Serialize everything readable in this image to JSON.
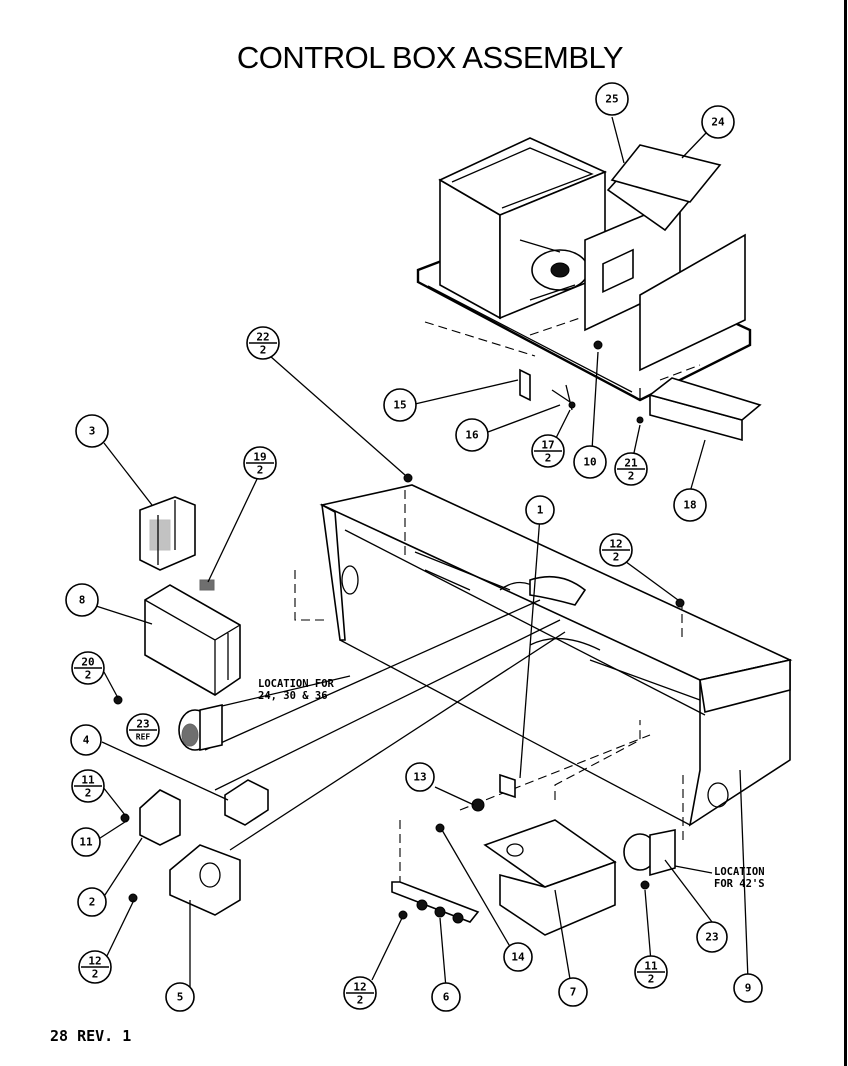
{
  "title": "CONTROL BOX ASSEMBLY",
  "footer": "28 REV. 1",
  "notes": [
    {
      "id": "loc-24-30-36",
      "lines": [
        "LOCATION FOR",
        "24, 30 & 36"
      ]
    },
    {
      "id": "loc-42",
      "lines": [
        "LOCATION",
        "FOR 42'S"
      ]
    }
  ],
  "callouts": [
    {
      "id": "c25",
      "top": "25",
      "bottom": ""
    },
    {
      "id": "c24",
      "top": "24",
      "bottom": ""
    },
    {
      "id": "c22",
      "top": "22",
      "bottom": "2"
    },
    {
      "id": "c15",
      "top": "15",
      "bottom": ""
    },
    {
      "id": "c16",
      "top": "16",
      "bottom": ""
    },
    {
      "id": "c17",
      "top": "17",
      "bottom": "2"
    },
    {
      "id": "c10",
      "top": "10",
      "bottom": ""
    },
    {
      "id": "c21",
      "top": "21",
      "bottom": "2"
    },
    {
      "id": "c18",
      "top": "18",
      "bottom": ""
    },
    {
      "id": "c3",
      "top": "3",
      "bottom": ""
    },
    {
      "id": "c19",
      "top": "19",
      "bottom": "2"
    },
    {
      "id": "c1",
      "top": "1",
      "bottom": ""
    },
    {
      "id": "c12a",
      "top": "12",
      "bottom": "2"
    },
    {
      "id": "c8",
      "top": "8",
      "bottom": ""
    },
    {
      "id": "c20",
      "top": "20",
      "bottom": "2"
    },
    {
      "id": "c23a",
      "top": "23",
      "bottom": "REF"
    },
    {
      "id": "c4",
      "top": "4",
      "bottom": ""
    },
    {
      "id": "c11a",
      "top": "11",
      "bottom": "2"
    },
    {
      "id": "c11b",
      "top": "11",
      "bottom": ""
    },
    {
      "id": "c13",
      "top": "13",
      "bottom": ""
    },
    {
      "id": "c2",
      "top": "2",
      "bottom": ""
    },
    {
      "id": "c12b",
      "top": "12",
      "bottom": "2"
    },
    {
      "id": "c5",
      "top": "5",
      "bottom": ""
    },
    {
      "id": "c12c",
      "top": "12",
      "bottom": "2"
    },
    {
      "id": "c6",
      "top": "6",
      "bottom": ""
    },
    {
      "id": "c14",
      "top": "14",
      "bottom": ""
    },
    {
      "id": "c7",
      "top": "7",
      "bottom": ""
    },
    {
      "id": "c11c",
      "top": "11",
      "bottom": "2"
    },
    {
      "id": "c23b",
      "top": "23",
      "bottom": ""
    },
    {
      "id": "c9",
      "top": "9",
      "bottom": ""
    }
  ]
}
